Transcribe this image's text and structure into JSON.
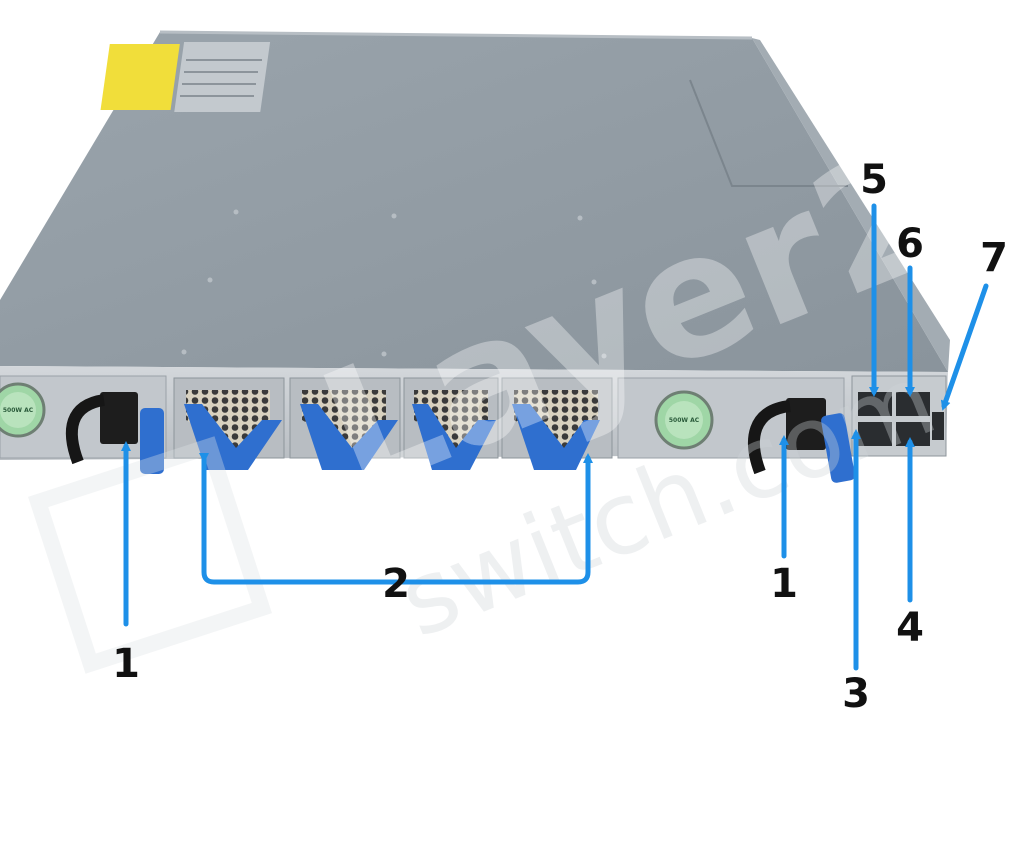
{
  "colors": {
    "callout": "#1e90e8",
    "chassis_top": "#8f9aa3",
    "chassis_front": "#c9ced3",
    "fan_handle": "#2f6fcf",
    "psu_fan": "#9fd6a6",
    "label_yellow": "#f1de3a",
    "watermark": "#cfd4d8"
  },
  "watermark": {
    "brand": "Layer23",
    "domain": "switch.com"
  },
  "psu": {
    "left_label": "500W AC",
    "right_label": "500W AC"
  },
  "callouts": [
    {
      "id": "psu-left",
      "number": "1"
    },
    {
      "id": "fans",
      "number": "2"
    },
    {
      "id": "psu-right",
      "number": "1"
    },
    {
      "id": "port-bottom-left",
      "number": "3"
    },
    {
      "id": "port-bottom-right",
      "number": "4"
    },
    {
      "id": "port-top-left",
      "number": "5"
    },
    {
      "id": "port-top-right",
      "number": "6"
    },
    {
      "id": "usb",
      "number": "7"
    }
  ]
}
